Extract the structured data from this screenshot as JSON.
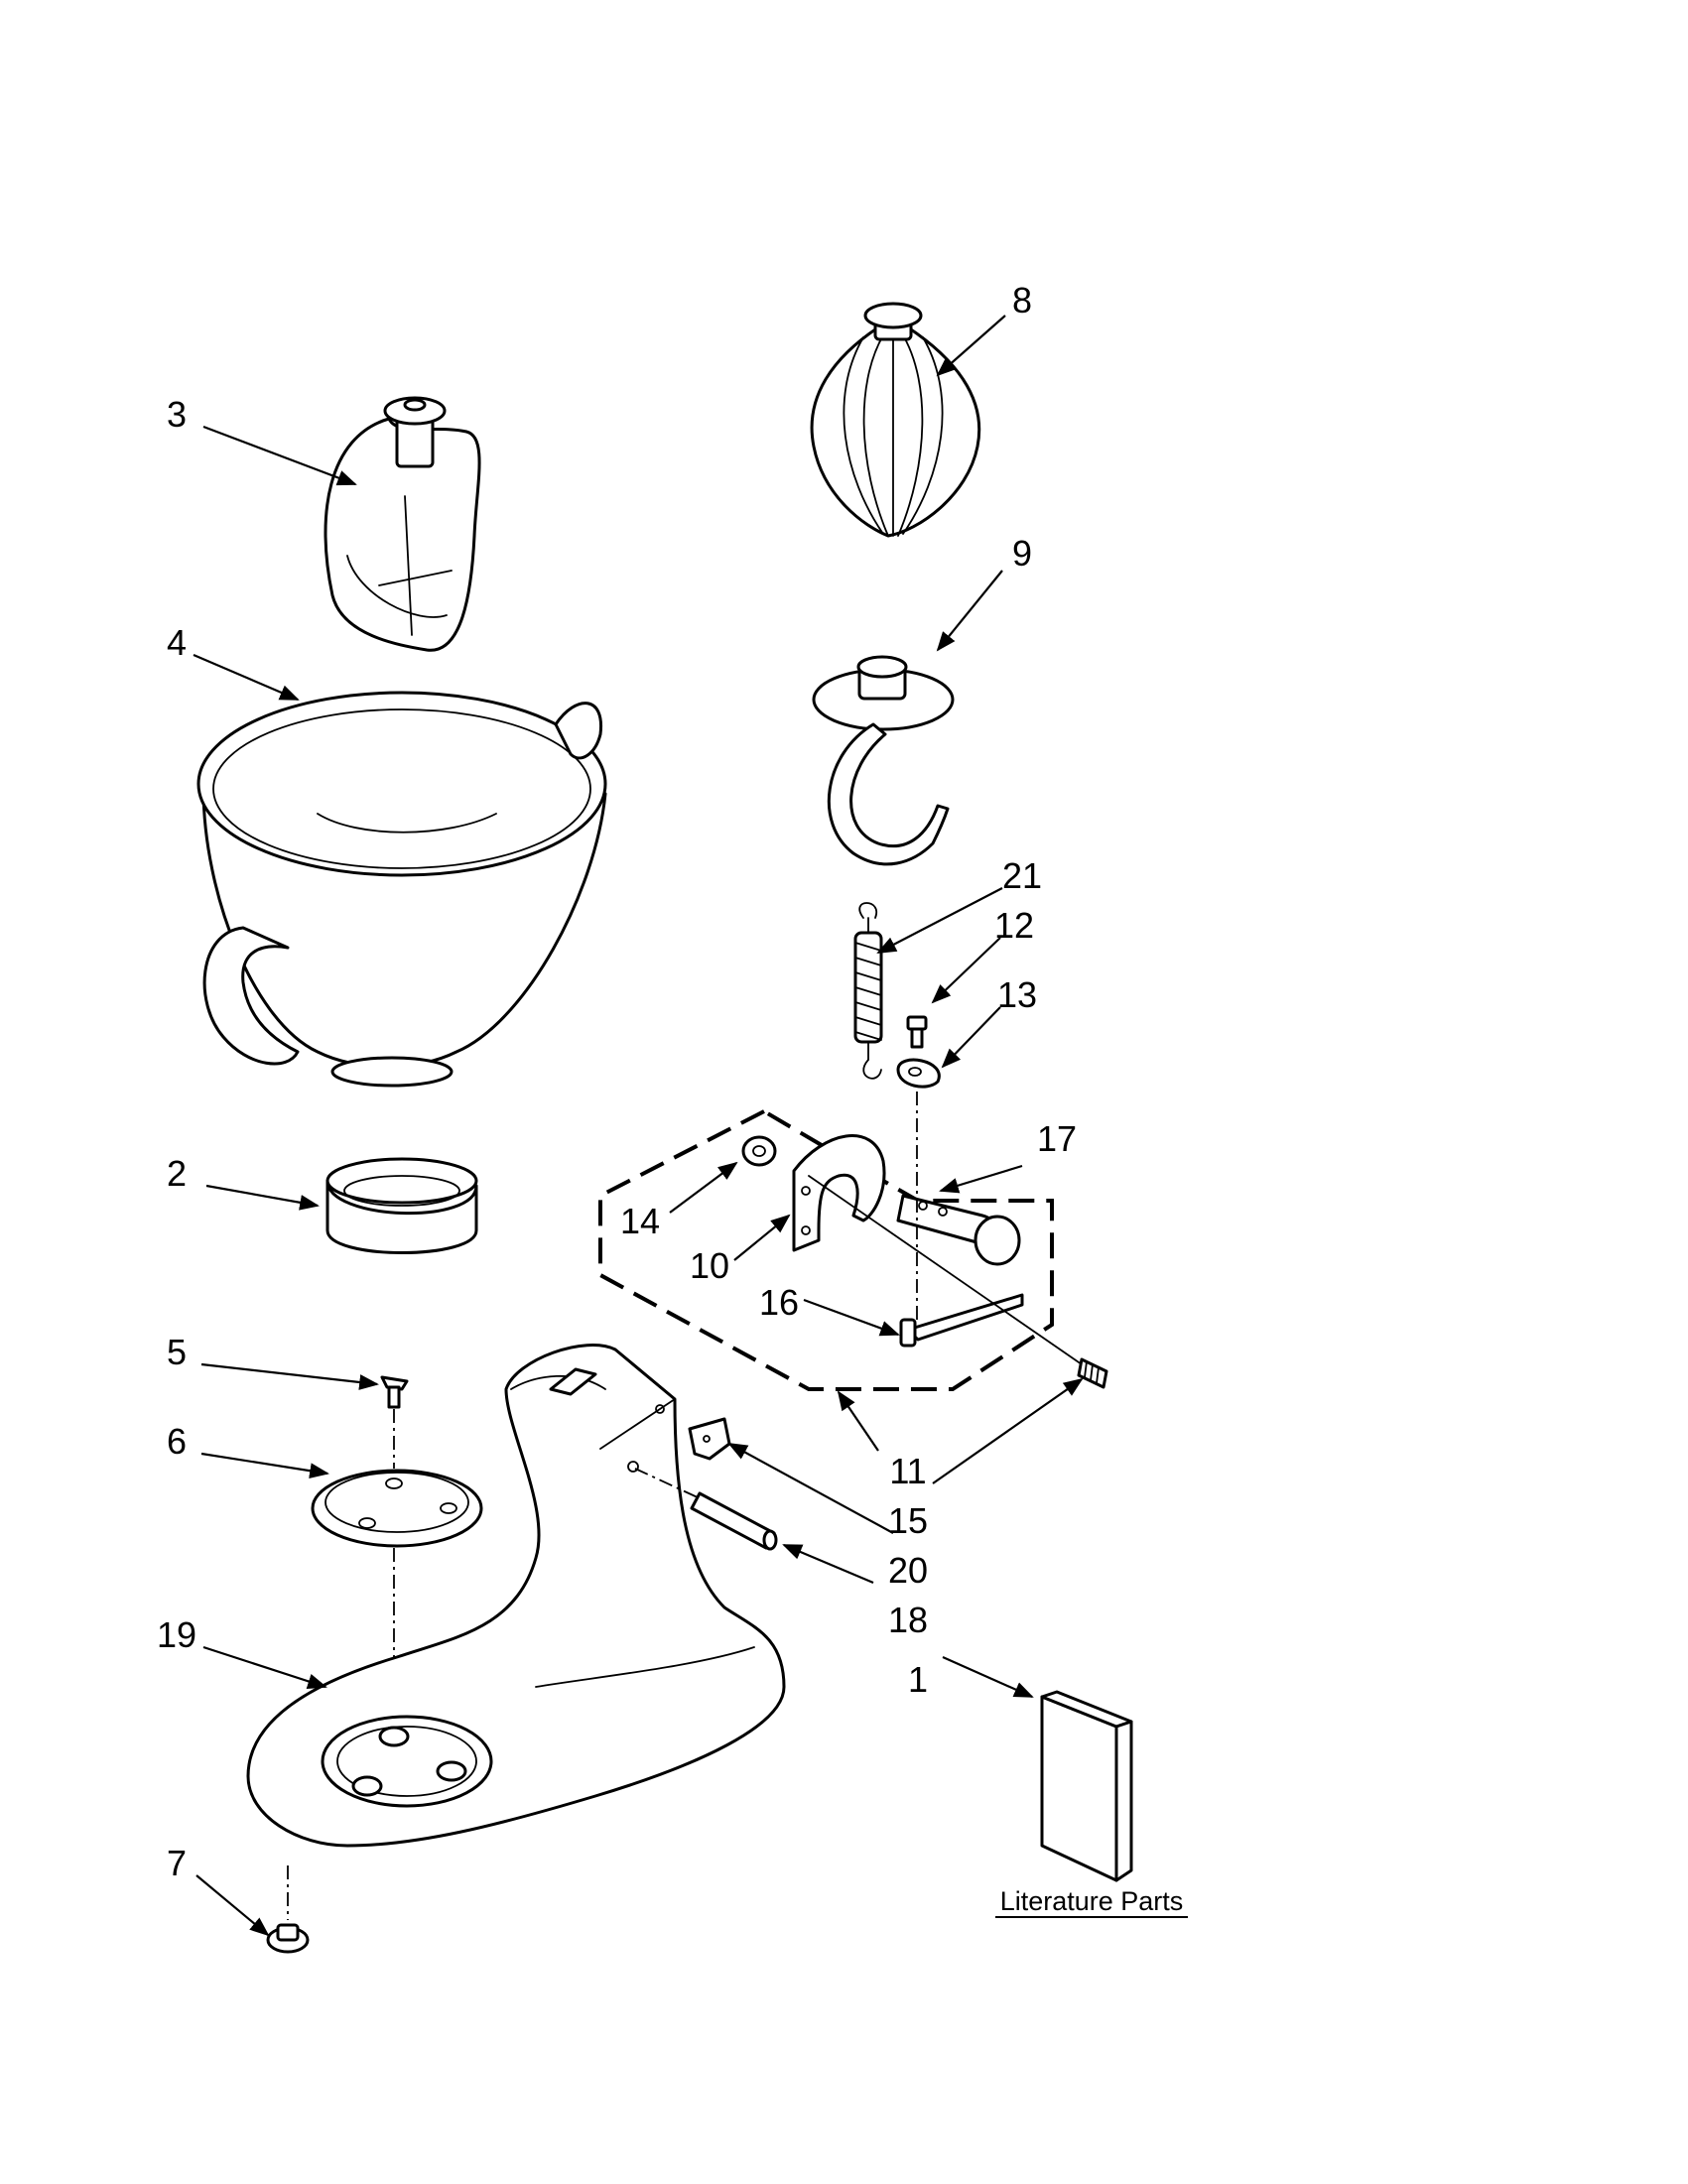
{
  "callouts": {
    "c1": "1",
    "c2": "2",
    "c3": "3",
    "c4": "4",
    "c5": "5",
    "c6": "6",
    "c7": "7",
    "c8": "8",
    "c9": "9",
    "c10": "10",
    "c11": "11",
    "c12": "12",
    "c13": "13",
    "c14": "14",
    "c15": "15",
    "c16": "16",
    "c17": "17",
    "c18": "18",
    "c19": "19",
    "c20": "20",
    "c21": "21"
  },
  "literature_label": "Literature Parts"
}
